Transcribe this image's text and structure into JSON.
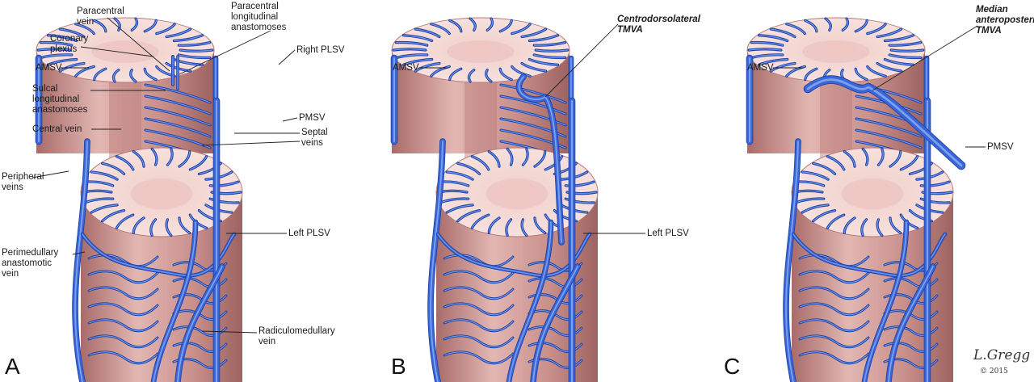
{
  "panels": [
    {
      "letter": "A",
      "labels": {
        "paracentral_vein": "Paracentral\nvein",
        "paracentral_longitudinal": "Paracentral\nlongitudinal\nanastomoses",
        "coronary_plexus": "Coronary\nplexus",
        "right_plsv": "Right PLSV",
        "amsv": "AMSV",
        "sulcal_longitudinal": "Sulcal\nlongitudinal\nanastomoses",
        "pmsv": "PMSV",
        "central_vein": "Central vein",
        "septal_veins": "Septal\nveins",
        "peripheral_veins": "Peripheral\nveins",
        "left_plsv": "Left PLSV",
        "perimedullary_vein": "Perimedullary\nanastomotic\nvein",
        "radiculomedullary_vein": "Radiculomedullary\nvein"
      }
    },
    {
      "letter": "B",
      "labels": {
        "amsv": "AMSV",
        "tmva": "Centrodorsolateral\nTMVA",
        "left_plsv": "Left PLSV"
      }
    },
    {
      "letter": "C",
      "labels": {
        "amsv": "AMSV",
        "tmva": "Median\nanteroposterior\nTMVA",
        "pmsv": "PMSV"
      },
      "signature": "L.Gregg",
      "signature_year": "© 2015"
    }
  ],
  "colors": {
    "tissue": "#d9a9a6",
    "tissue_dark": "#b97a78",
    "section": "#f4dcd8",
    "grey_matter": "#ecc4c0",
    "vein": "#3a66d8",
    "vein_dark": "#1c3f9e",
    "vein_light": "#8fb0f5"
  }
}
